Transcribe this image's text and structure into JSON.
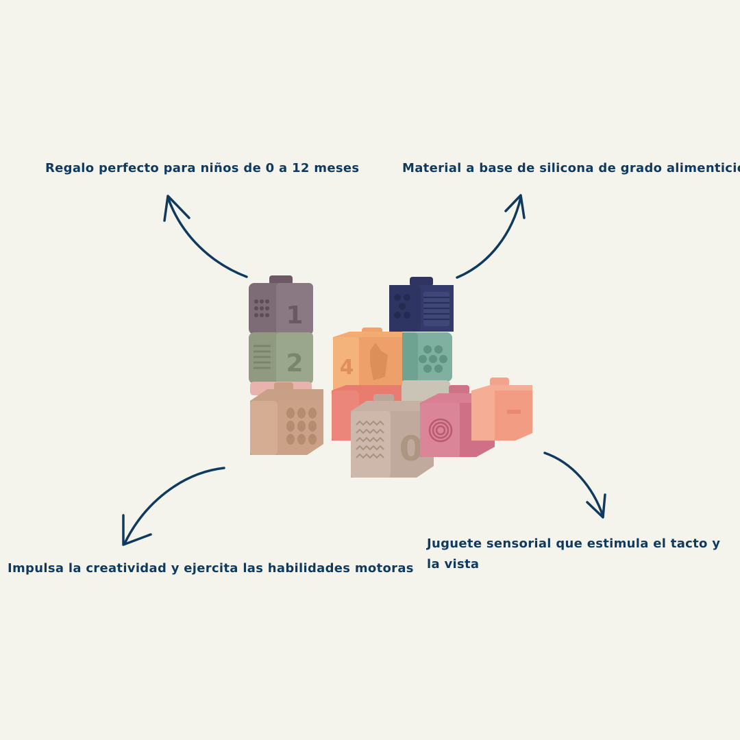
{
  "features": {
    "top_left": "Regalo perfecto para niños de 0 a 12 meses",
    "top_right": "Material a base de silicona de grado alimenticio",
    "bottom_left": "Impulsa la creatividad y ejercita las habilidades motoras",
    "bottom_right": "Juguete sensorial que estimula el tacto y la vista"
  },
  "blocks": {
    "numbers": [
      "1",
      "2",
      "4",
      "0"
    ]
  },
  "colors": {
    "background": "#f5f4ec",
    "text": "#0f3a5f",
    "arrow": "#0f3a5f"
  }
}
